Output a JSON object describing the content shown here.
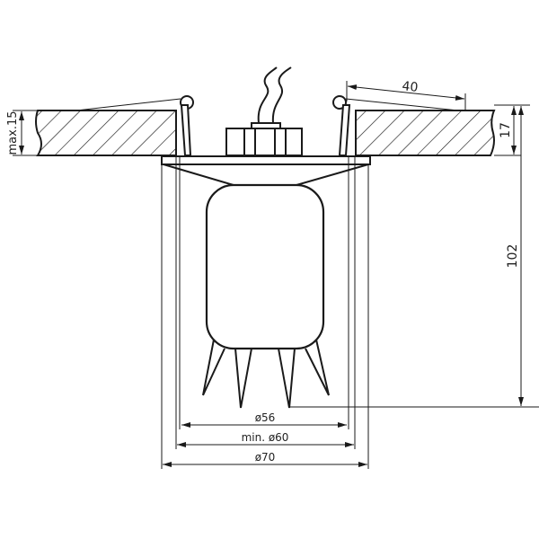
{
  "drawing": {
    "line_color": "#1a1a1a",
    "dimensions": {
      "mounting_thickness": "max.15",
      "flange_width": "40",
      "flange_height": "17",
      "total_height": "102",
      "diameter_lamp": "ø56",
      "cutout": "min. ø60",
      "diameter_outer": "ø70"
    }
  }
}
